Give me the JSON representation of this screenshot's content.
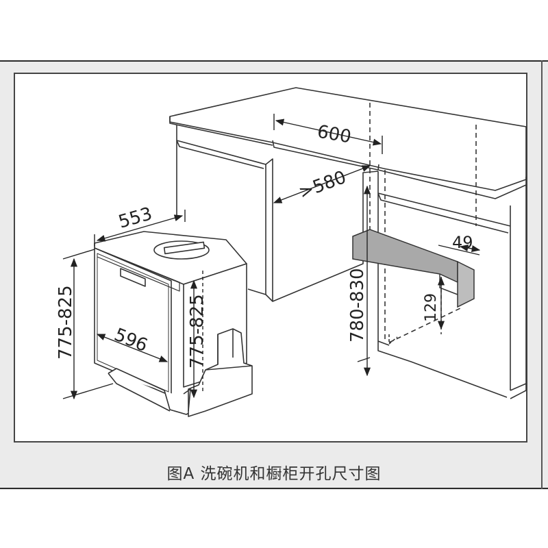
{
  "figure": {
    "caption": "图A  洗碗机和橱柜开孔尺寸图",
    "dimensions": {
      "dishwasher_depth": "553",
      "dishwasher_height_left": "775-825",
      "dishwasher_height_right": "775-825",
      "dishwasher_width": "596",
      "opening_width": "600",
      "opening_depth": ">580",
      "opening_height": "780-830",
      "duct_width": "49",
      "duct_height": "129"
    }
  }
}
